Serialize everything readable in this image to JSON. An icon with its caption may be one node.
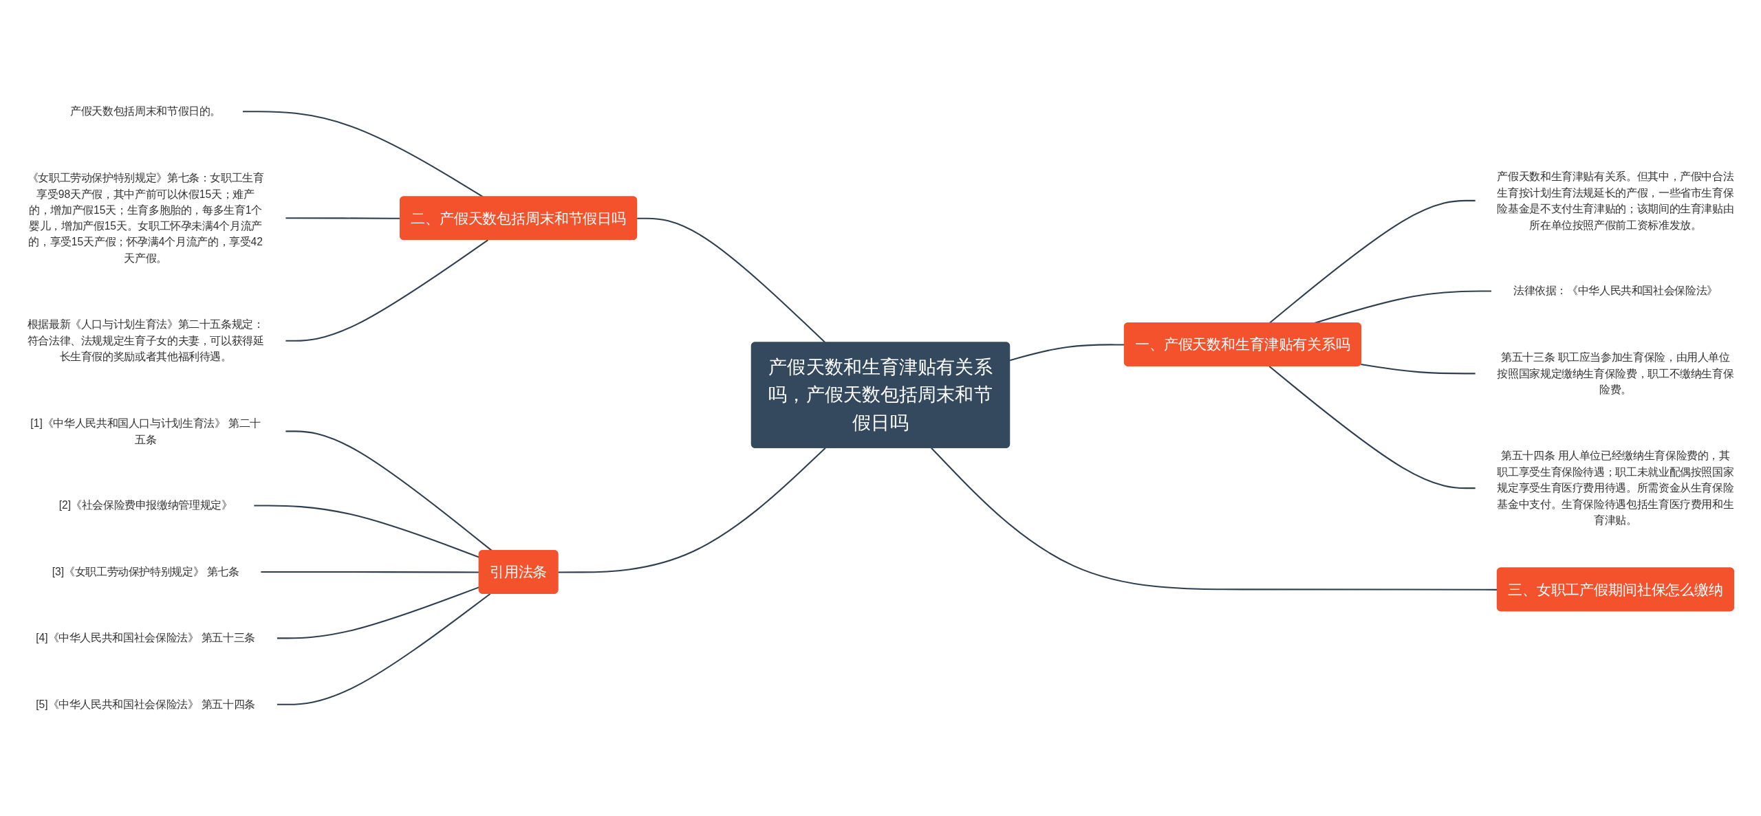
{
  "diagram": {
    "nodes": [
      {
        "text": [
          "产假天数和生育津贴有关系吗，产假天数包括周末和节假日吗"
        ]
      },
      {
        "text": [
          "一、产假天数和生育津贴有关系吗"
        ]
      },
      {
        "text": [
          "产假天数和生育津贴有关系。但其中，产假中合法生育按计划生育法规延长的产假，一些省市生育保险基金是不支付生育津贴的；该期间的生育津贴由所在单位按照产假前工资标准发放。"
        ]
      },
      {
        "text": [
          "法律依据：《中华人民共和国社会保险法》"
        ]
      },
      {
        "text": [
          "第五十三条 职工应当参加生育保险，由用人单位按照国家规定缴纳生育保险费，职工不缴纳生育保险费。"
        ]
      },
      {
        "text": [
          "第五十四条 用人单位已经缴纳生育保险费的，其职工享受生育保险待遇；职工未就业配偶按照国家规定享受生育医疗费用待遇。所需资金从生育保险基金中支付。生育保险待遇包括生育医疗费用和生育津贴。"
        ]
      },
      {
        "text": [
          "二、产假天数包括周末和节假日吗"
        ]
      },
      {
        "text": [
          "产假天数包括周末和节假日的。"
        ]
      },
      {
        "text": [
          "《女职工劳动保护特别规定》第七条：女职工生育享受98天产假，其中产前可以休假15天；难产的，增加产假15天；生育多胞胎的，每多生育1个婴儿，增加产假15天。女职工怀孕未满4个月流产的，享受15天产假；怀孕满4个月流产的，享受42天产假。"
        ]
      },
      {
        "text": [
          "根据最新《人口与计划生育法》第二十五条规定：符合法律、法规规定生育子女的夫妻，可以获得延长生育假的奖励或者其他福利待遇。"
        ]
      },
      {
        "text": [
          "三、女职工产假期间社保怎么缴纳"
        ]
      },
      {
        "text": [
          "引用法条"
        ]
      },
      {
        "text": [
          "[1]《中华人民共和国人口与计划生育法》 第二十五条"
        ]
      },
      {
        "text": [
          "[2]《社会保险费申报缴纳管理规定》"
        ]
      },
      {
        "text": [
          "[3]《女职工劳动保护特别规定》 第七条"
        ]
      },
      {
        "text": [
          "[4]《中华人民共和国社会保险法》 第五十三条"
        ]
      },
      {
        "text": [
          "[5]《中华人民共和国社会保险法》 第五十四条"
        ]
      }
    ],
    "edges": [
      {
        "from": 0,
        "to": 1,
        "arrow": "none"
      },
      {
        "from": 1,
        "to": 2,
        "arrow": "none"
      },
      {
        "from": 1,
        "to": 3,
        "arrow": "none"
      },
      {
        "from": 1,
        "to": 4,
        "arrow": "none"
      },
      {
        "from": 1,
        "to": 5,
        "arrow": "none"
      },
      {
        "from": 6,
        "to": 0,
        "arrow": "none"
      },
      {
        "from": 7,
        "to": 6,
        "arrow": "none"
      },
      {
        "from": 8,
        "to": 6,
        "arrow": "none"
      },
      {
        "from": 9,
        "to": 6,
        "arrow": "none"
      },
      {
        "from": 0,
        "to": 10,
        "arrow": "none"
      },
      {
        "from": 11,
        "to": 0,
        "arrow": "none"
      },
      {
        "from": 12,
        "to": 11,
        "arrow": "none"
      },
      {
        "from": 13,
        "to": 11,
        "arrow": "none"
      },
      {
        "from": 14,
        "to": 11,
        "arrow": "none"
      },
      {
        "from": 15,
        "to": 11,
        "arrow": "none"
      },
      {
        "from": 16,
        "to": 11,
        "arrow": "none"
      }
    ]
  }
}
